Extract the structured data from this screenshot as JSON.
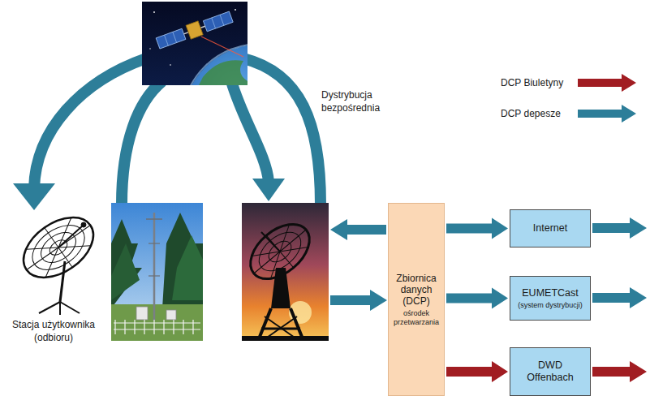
{
  "diagram": {
    "nodes": [
      {
        "text": [
          "Zbiornica danych (DCP)",
          "ośrodek przetwarzania"
        ]
      },
      {
        "text": [
          "Internet"
        ]
      },
      {
        "text": [
          "EUMETCast",
          "(system dystrybucji)"
        ]
      },
      {
        "text": [
          "DWD Offenbach"
        ]
      }
    ],
    "edges": [
      {
        "from": 0,
        "to": 1,
        "arrow": "to"
      },
      {
        "from": 0,
        "to": 2,
        "arrow": "to"
      },
      {
        "from": 0,
        "to": 3,
        "arrow": "to"
      }
    ],
    "labels": [
      "Dystrybucja bezpośrednia",
      "Stacja użytkownika (odbioru)"
    ],
    "legend": [
      {
        "text": "DCP Biuletyny",
        "color": "#a11d22"
      },
      {
        "text": "DCP depesze",
        "color": "#2d7e99"
      }
    ]
  }
}
